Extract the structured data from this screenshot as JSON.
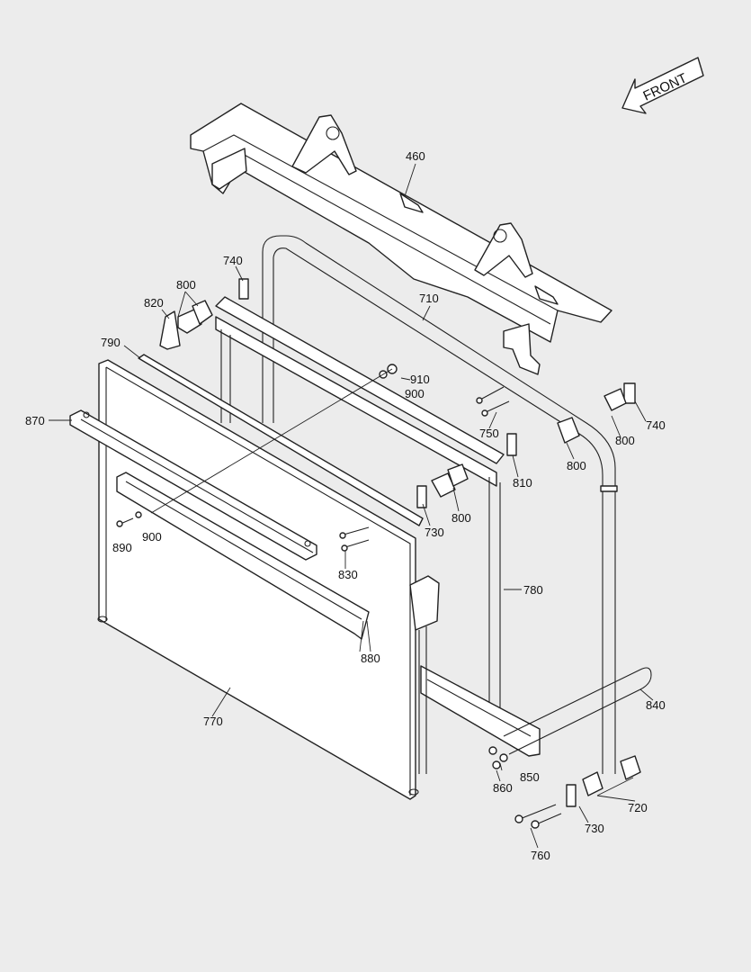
{
  "orientation": {
    "label": "FRONT",
    "icon": "front-arrow-icon"
  },
  "callouts": [
    {
      "id": "460"
    },
    {
      "id": "710"
    },
    {
      "id": "740a",
      "text": "740"
    },
    {
      "id": "740b",
      "text": "740"
    },
    {
      "id": "800a",
      "text": "800"
    },
    {
      "id": "800b",
      "text": "800"
    },
    {
      "id": "800c",
      "text": "800"
    },
    {
      "id": "800d",
      "text": "800"
    },
    {
      "id": "820"
    },
    {
      "id": "790"
    },
    {
      "id": "870"
    },
    {
      "id": "910"
    },
    {
      "id": "900a",
      "text": "900"
    },
    {
      "id": "900b",
      "text": "900"
    },
    {
      "id": "750"
    },
    {
      "id": "810"
    },
    {
      "id": "730a",
      "text": "730"
    },
    {
      "id": "730b",
      "text": "730"
    },
    {
      "id": "890"
    },
    {
      "id": "830"
    },
    {
      "id": "780"
    },
    {
      "id": "880"
    },
    {
      "id": "770"
    },
    {
      "id": "840"
    },
    {
      "id": "850"
    },
    {
      "id": "860"
    },
    {
      "id": "720"
    },
    {
      "id": "760"
    }
  ],
  "labels": {
    "l460": "460",
    "l710": "710",
    "l740a": "740",
    "l740b": "740",
    "l800a": "800",
    "l800b": "800",
    "l800c": "800",
    "l800d": "800",
    "l820": "820",
    "l790": "790",
    "l870": "870",
    "l910": "910",
    "l900a": "900",
    "l900b": "900",
    "l750": "750",
    "l810": "810",
    "l730a": "730",
    "l730b": "730",
    "l890": "890",
    "l830": "830",
    "l780": "780",
    "l880": "880",
    "l770": "770",
    "l840": "840",
    "l850": "850",
    "l860": "860",
    "l720": "720",
    "l760": "760"
  }
}
